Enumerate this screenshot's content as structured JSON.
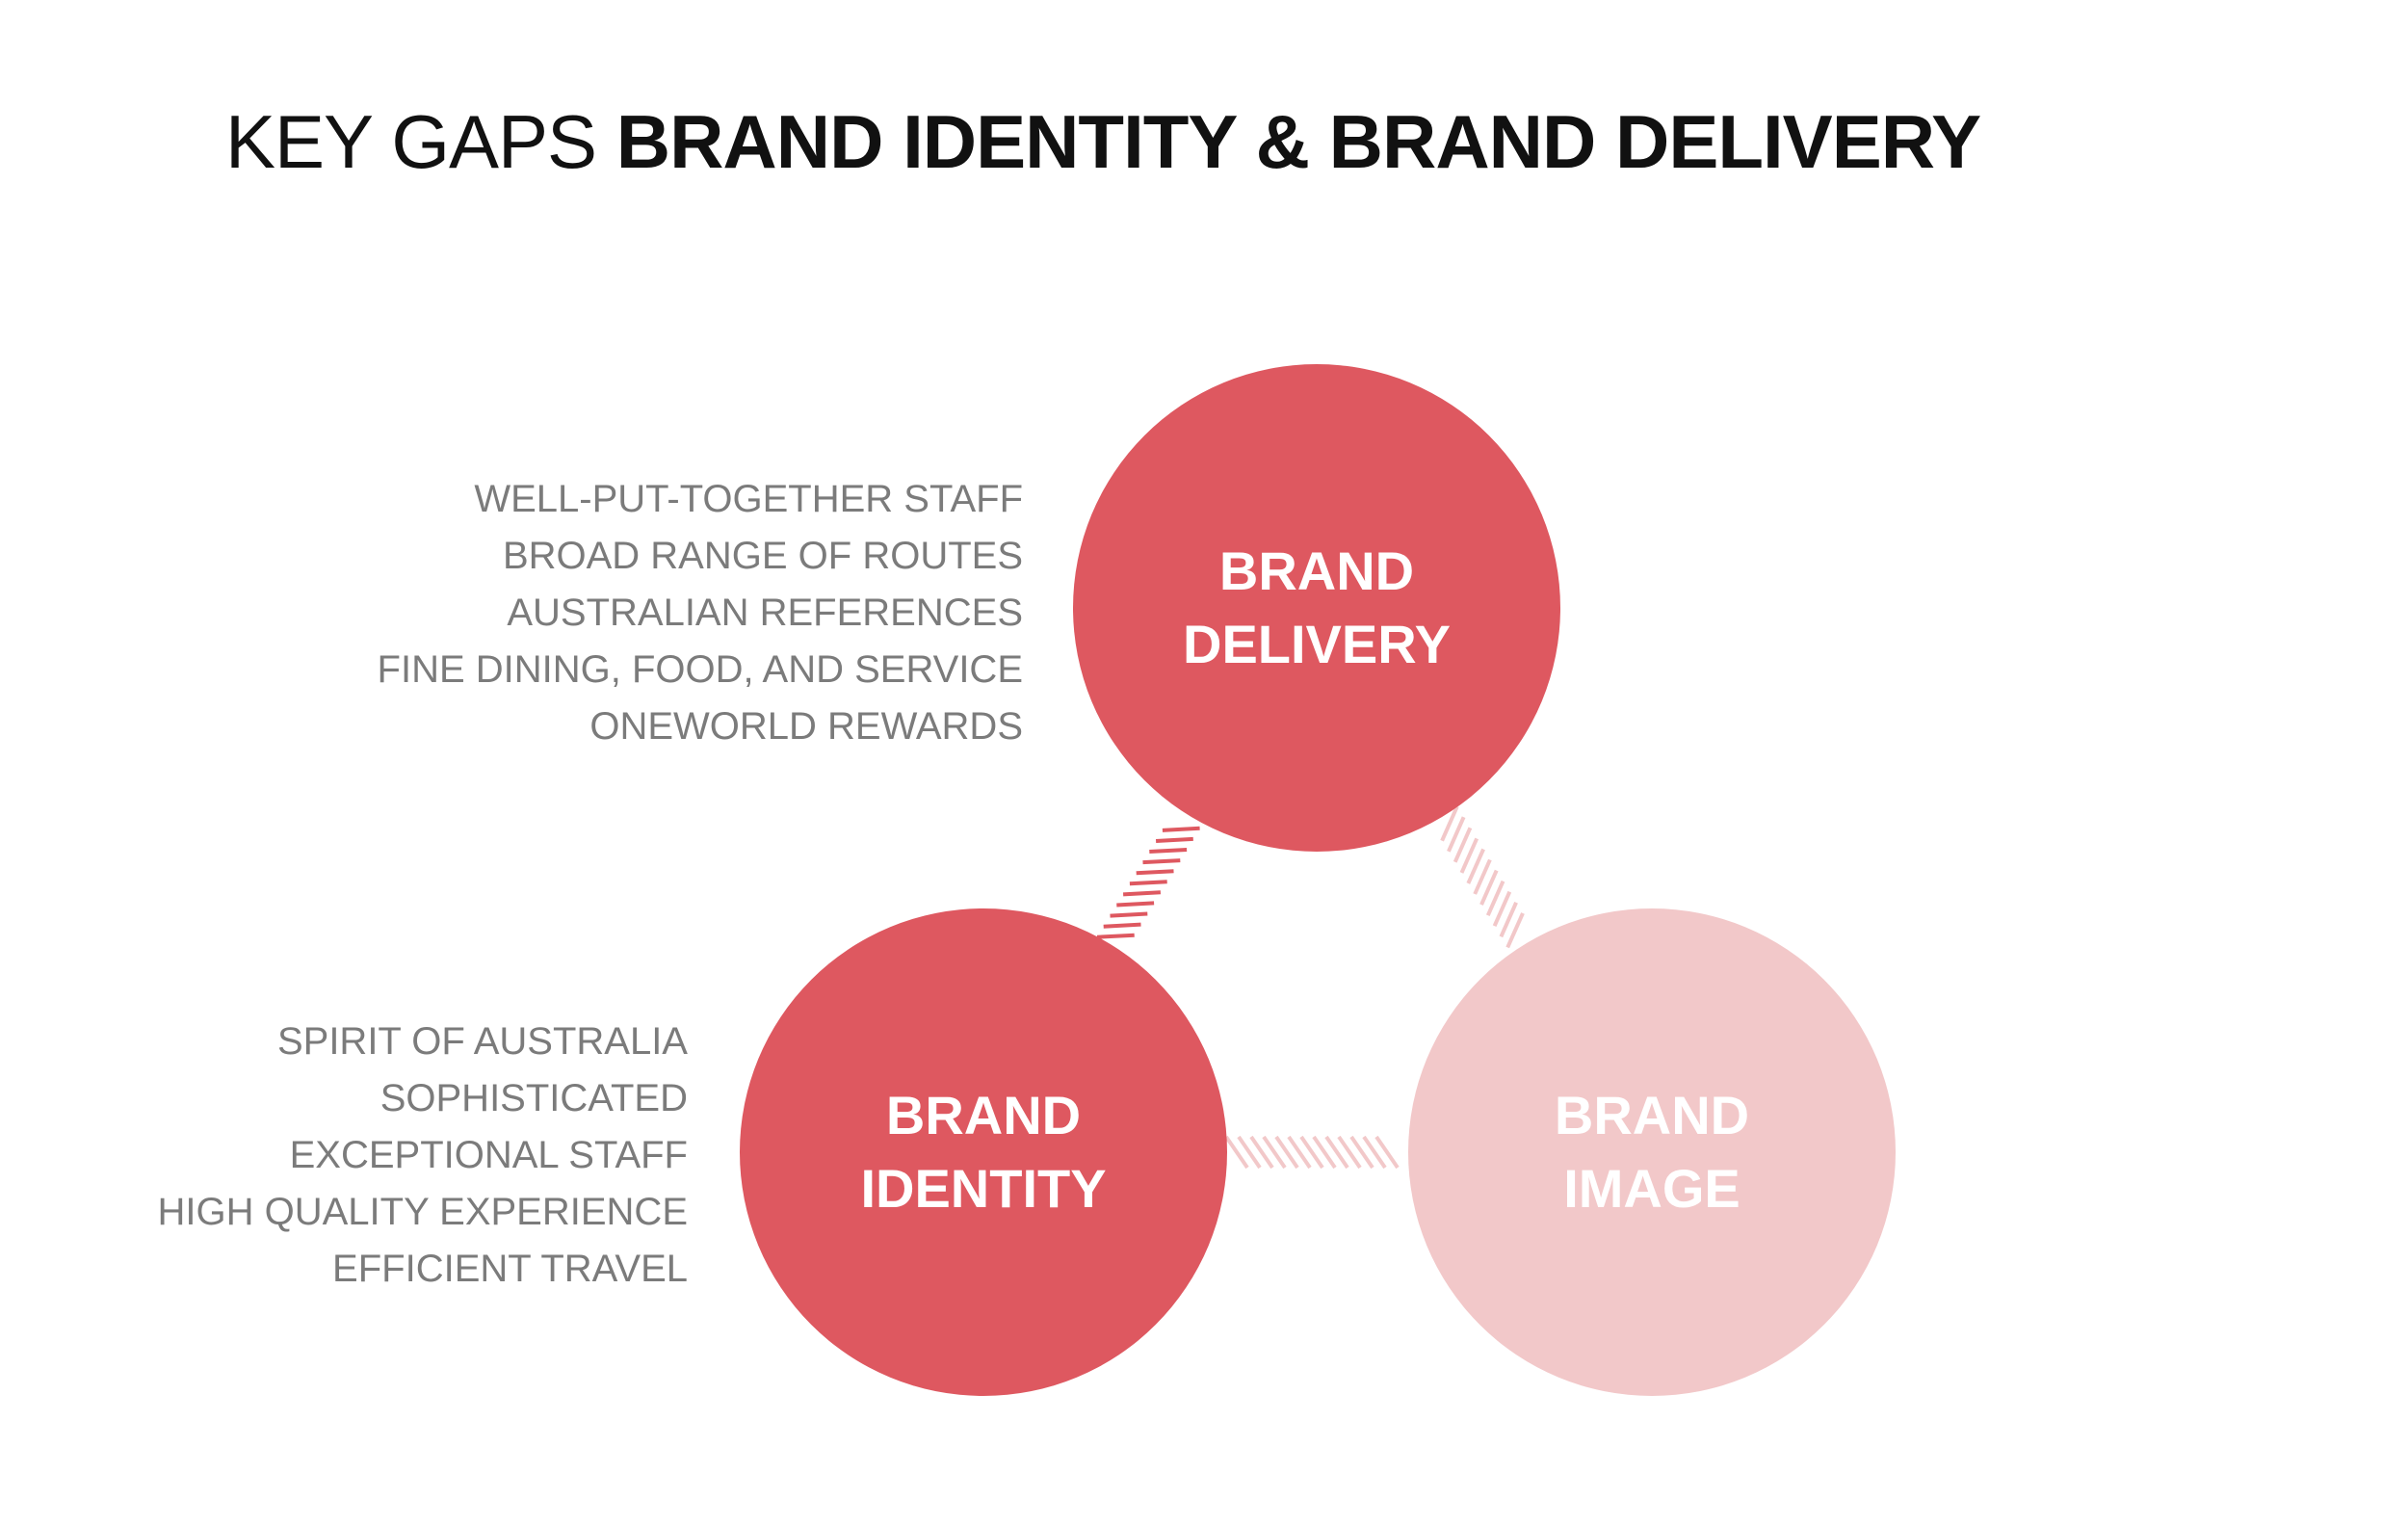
{
  "title": {
    "prefix": "KEY GAPS",
    "emphasis": "BRAND IDENTITY & BRAND DELIVERY"
  },
  "nodes": {
    "delivery": {
      "line1": "BRAND",
      "line2": "DELIVERY",
      "color": "#de5860"
    },
    "identity": {
      "line1": "BRAND",
      "line2": "IDENTITY",
      "color": "#de5860"
    },
    "image": {
      "line1": "BRAND",
      "line2": "IMAGE",
      "color": "#f2c8c9"
    }
  },
  "delivery_attributes": [
    "WELL-PUT-TOGETHER STAFF",
    "BROAD RANGE OF ROUTES",
    "AUSTRALIAN REFERENCES",
    "FINE DINING, FOOD, AND SERVICE",
    "ONEWORLD REWARDS"
  ],
  "identity_attributes": [
    "SPIRIT OF AUSTRALIA",
    "SOPHISTICATED",
    "EXCEPTIONAL STAFF",
    "HIGH QUALITY EXPERIENCE",
    "EFFICIENT TRAVEL"
  ],
  "colors": {
    "strong": "#de5860",
    "faint": "#f2c8c9",
    "text_muted": "#7b7b7b",
    "title": "#111111"
  },
  "connectors": [
    {
      "from": "identity",
      "to": "delivery",
      "strength": "strong"
    },
    {
      "from": "delivery",
      "to": "image",
      "strength": "faint"
    },
    {
      "from": "identity",
      "to": "image",
      "strength": "faint"
    }
  ]
}
